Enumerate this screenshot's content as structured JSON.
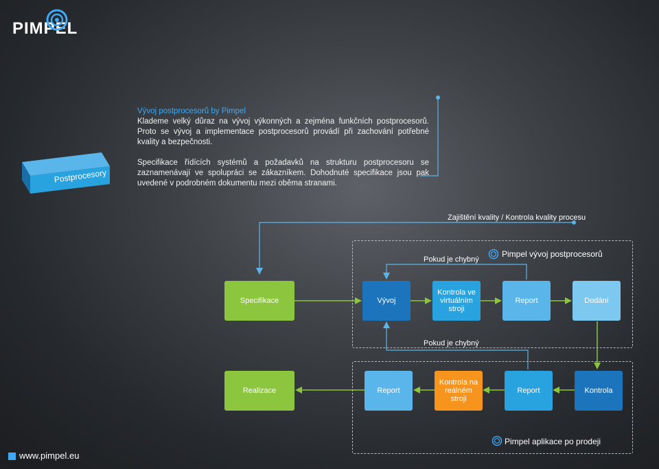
{
  "brand": {
    "logo_text": "PIMPEL",
    "website": "www.pimpel.eu"
  },
  "intro": {
    "title": "Vývoj postprocesorů by Pimpel",
    "paragraph1": "Klademe velký důraz na vývoj výkonných a zejména funkčních postprocesorů. Proto se vývoj a implementace postprocesorů provádí při zachování potřebné kvality a bezpečnosti.",
    "paragraph2": "Specifikace řídících systémů a požadavků na strukturu postprocesoru se zaznamenávají ve spolupráci se zákazníkem. Dohodnuté specifikace jsou pak uvedené v podrobném dokumentu mezi oběma stranami."
  },
  "block_label": "Postprocesory",
  "labels": {
    "quality": "Zajištění kvality / Kontrola kvality procesu",
    "if_faulty_top": "Pokud je chybný",
    "if_faulty_bottom": "Pokud je chybný",
    "dev_group": "Pimpel vývoj postprocesorů",
    "app_group": "Pimpel aplikace po prodeji"
  },
  "nodes": {
    "specifikace": "Specifikace",
    "vyvoj": "Vývoj",
    "kontrola_virt": "Kontrola ve virtuálním stroji",
    "report1": "Report",
    "dodani": "Dodání",
    "realizace": "Realizace",
    "report2": "Report",
    "kontrola_real": "Kontrola na reálném stroji",
    "report3": "Report",
    "kontrola": "Kontrola"
  },
  "colors": {
    "accent_blue": "#3fa9f5",
    "green": "#8cc63f",
    "blue_dark": "#1c75bc",
    "blue_mid": "#29a3e0",
    "blue_light": "#5ab6ea",
    "blue_lighter": "#7cc8f0",
    "orange": "#f7941d"
  },
  "icons": {
    "logo": "swirl-logo-icon",
    "group_marker": "swirl-icon",
    "website": "square-icon"
  }
}
